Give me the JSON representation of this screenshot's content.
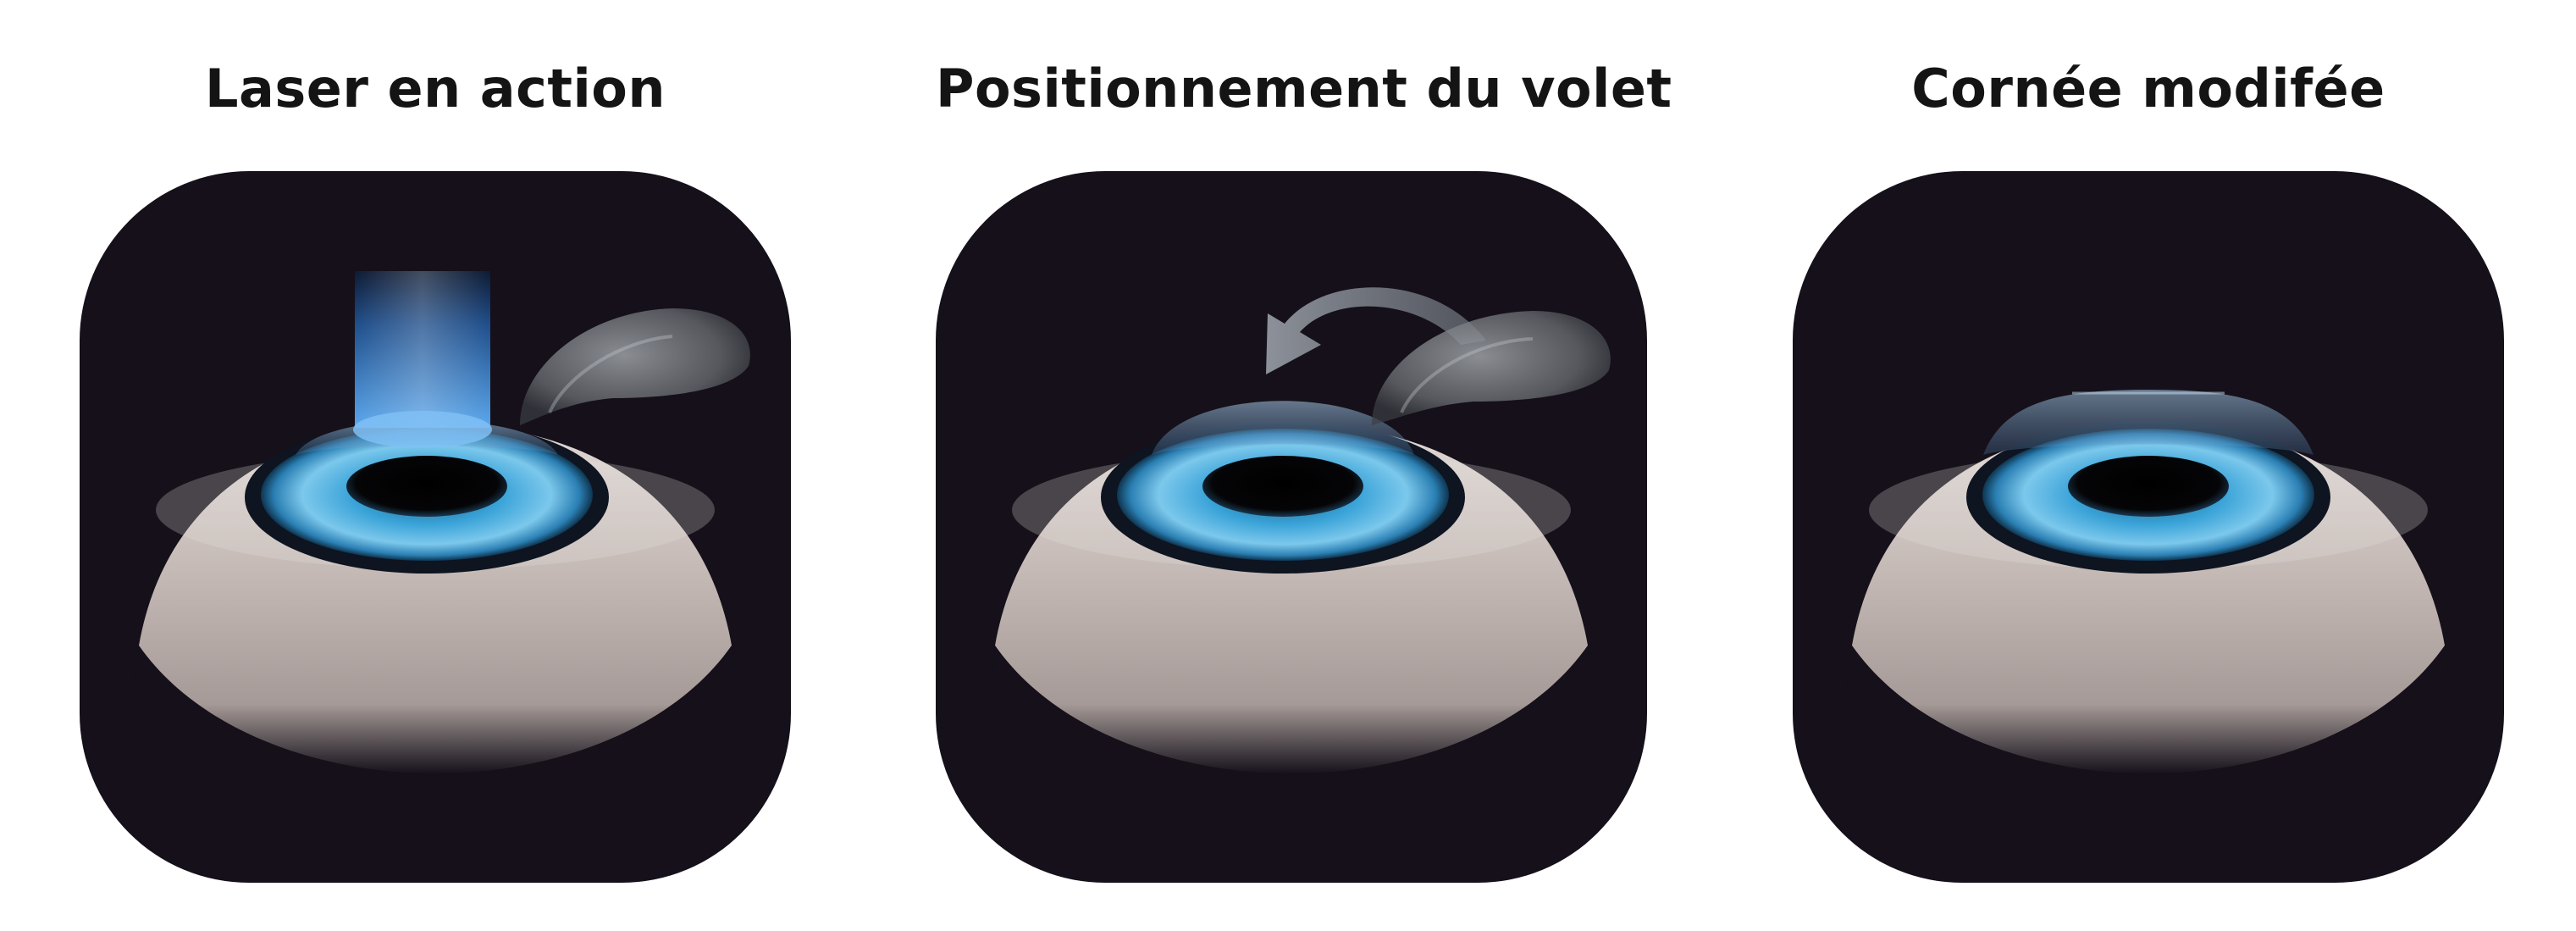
{
  "panels": [
    {
      "title": "Laser en action"
    },
    {
      "title": "Positionnement du volet"
    },
    {
      "title": "Cornée modifée"
    }
  ],
  "colors": {
    "background": "#ffffff",
    "tile": "#15101a",
    "title_text": "#141414",
    "iris": "#2f9ad2",
    "laser_beam": "#3f8fdc",
    "eyeball": "#b8aca8"
  },
  "icons": [
    "laser-beam-icon",
    "corneal-flap-icon",
    "curved-arrow-icon",
    "eye-illustration"
  ]
}
